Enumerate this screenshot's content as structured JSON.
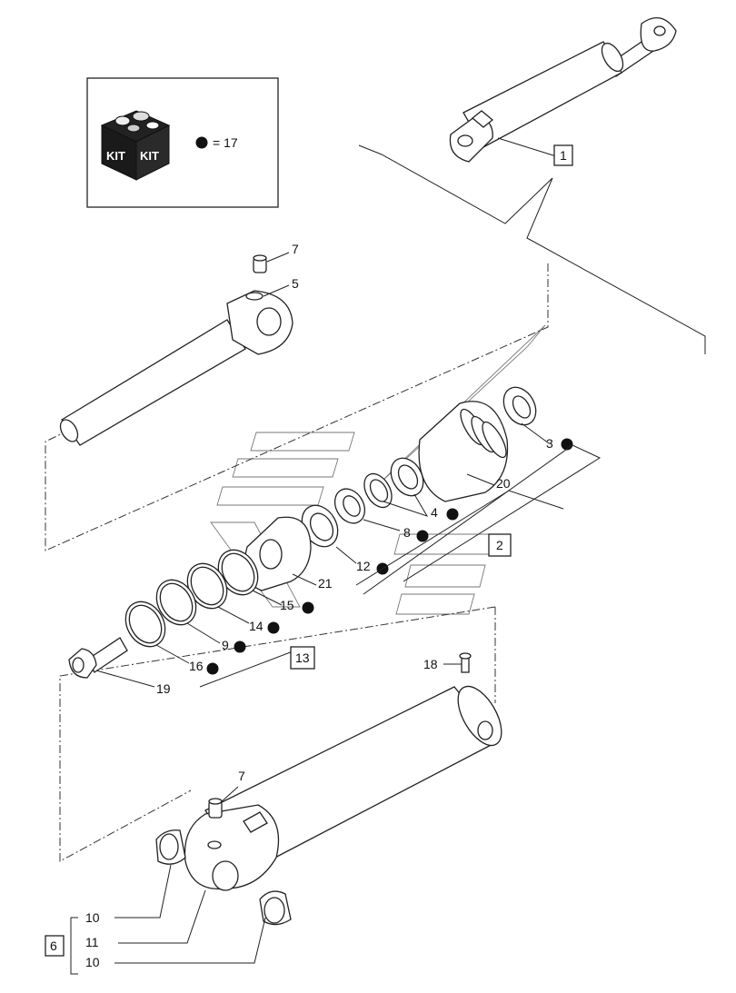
{
  "kit_legend": {
    "kit_label_left": "KIT",
    "kit_label_right": "KIT",
    "legend_text": "= 17"
  },
  "callouts": {
    "c1": "1",
    "c2": "2",
    "c3": "3",
    "c4": "4",
    "c5": "5",
    "c6": "6",
    "c7a": "7",
    "c7b": "7",
    "c8": "8",
    "c9": "9",
    "c10a": "10",
    "c10b": "10",
    "c11": "11",
    "c12": "12",
    "c13": "13",
    "c14": "14",
    "c15": "15",
    "c16": "16",
    "c18": "18",
    "c19": "19",
    "c20": "20",
    "c21": "21"
  },
  "kit_marked_parts": [
    "3",
    "4",
    "8",
    "9",
    "12",
    "14",
    "15",
    "16"
  ]
}
